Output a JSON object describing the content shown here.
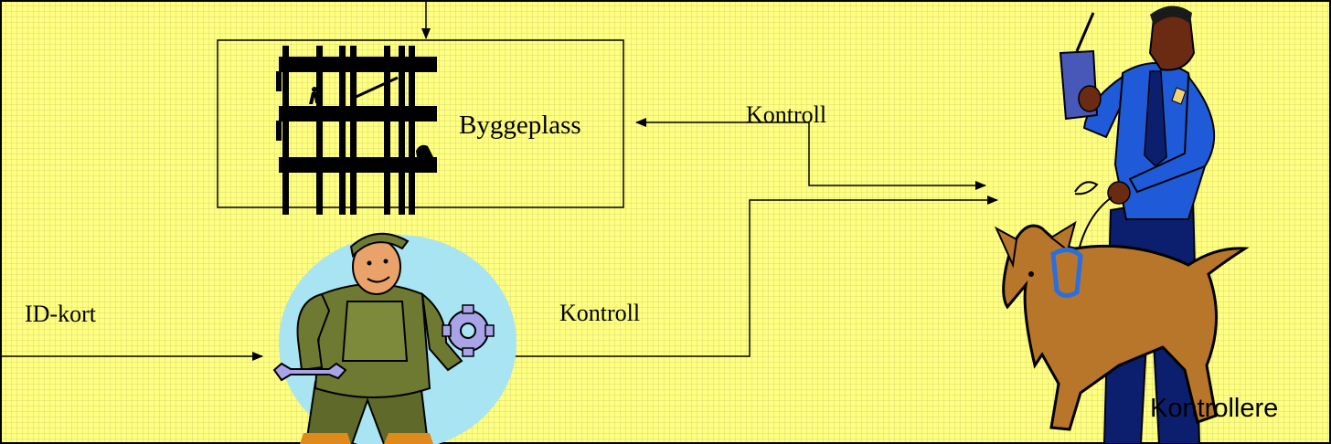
{
  "labels": {
    "construction_site": "Byggeplass",
    "control_top": "Kontroll",
    "control_bottom": "Kontroll",
    "id_card": "ID-kort",
    "controllers": "Kontrollere"
  },
  "colors": {
    "background": "#ffff80",
    "worker_halo": "#a8e4f2",
    "guard_uniform": "#1f5bd8",
    "dog": "#b8762a"
  },
  "icons": [
    "scaffold-icon",
    "worker-icon",
    "guard-icon",
    "dog-icon"
  ]
}
